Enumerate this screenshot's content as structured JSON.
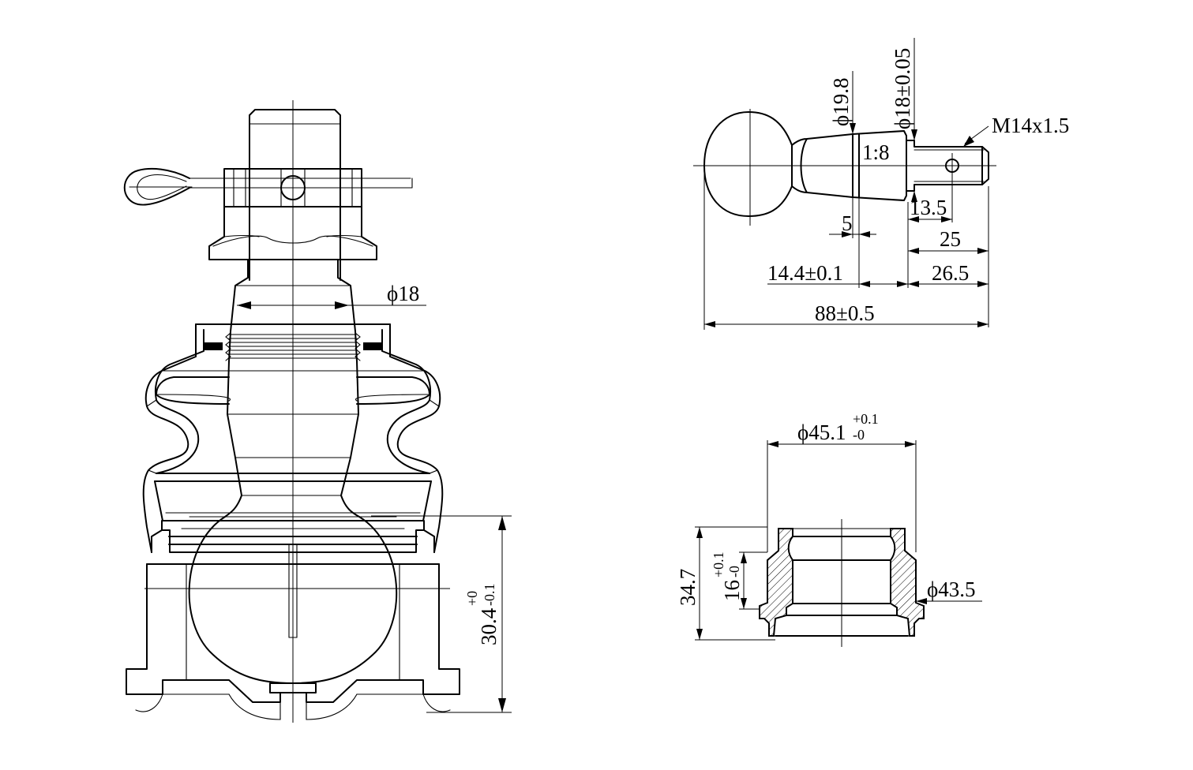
{
  "views": {
    "assembly": {
      "dims": {
        "shank_dia": "ϕ18",
        "height_main": "30.4",
        "height_tol_upper": "+0",
        "height_tol_lower": "-0.1"
      }
    },
    "stud": {
      "dims": {
        "ball_dia": "ϕ19.8",
        "shank_dia": "ϕ18±0.05",
        "thread": "M14x1.5",
        "taper": "1:8",
        "hole_pos": "13.5",
        "width_5": "5",
        "len_25": "25",
        "len_14_4": "14.4±0.1",
        "len_26_5": "26.5",
        "len_total": "88±0.5"
      }
    },
    "bushing": {
      "dims": {
        "outer_dia_main": "ϕ45.1",
        "outer_dia_upper": "+0.1",
        "outer_dia_lower": "-0",
        "height_total": "34.7",
        "height_mid_main": "16",
        "height_mid_upper": "+0.1",
        "height_mid_lower": "-0",
        "inner_dia": "ϕ43.5"
      }
    }
  }
}
